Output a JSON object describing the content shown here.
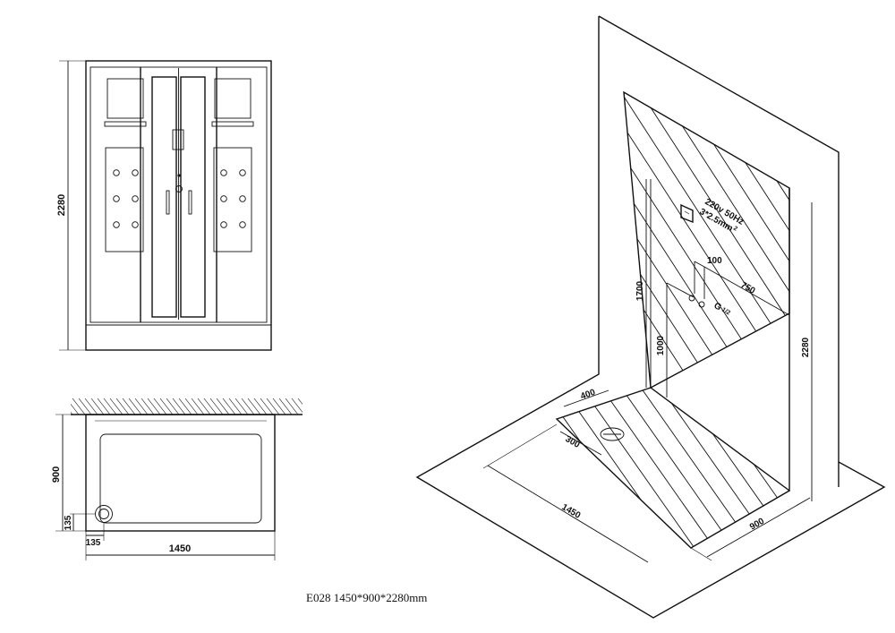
{
  "caption": "E028 1450*900*2280mm",
  "front_view": {
    "height_label": "2280"
  },
  "plan_view": {
    "width_label": "1450",
    "depth_label": "900",
    "drain_offset_x_label": "135",
    "drain_offset_y_label": "135"
  },
  "iso_view": {
    "power_spec_line1": "220v 50Hz",
    "power_spec_line2": "3*2.5mm",
    "power_spec_exp": "2",
    "label_100": "100",
    "label_750": "750",
    "label_1700": "1700",
    "label_1000": "1000",
    "label_2280": "2280",
    "label_400": "400",
    "label_300": "300",
    "label_1450": "1450",
    "label_900": "900",
    "pipe_label": "G",
    "pipe_sub": "1/2"
  }
}
